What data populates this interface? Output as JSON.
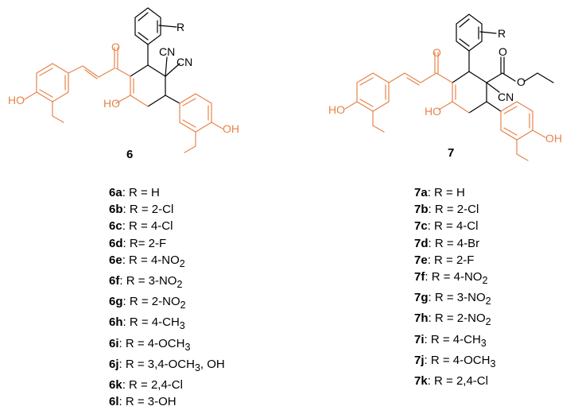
{
  "colors": {
    "orange": "#E8834A",
    "black": "#000000"
  },
  "structure_6": {
    "number": "6",
    "atoms": {
      "O_ketone": "O",
      "R": "R",
      "CN1": "CN",
      "CN2": "CN",
      "HO_left": "HO",
      "HO_ring": "HO",
      "OH_right": "OH"
    }
  },
  "structure_7": {
    "number": "7",
    "atoms": {
      "O_ketone": "O",
      "R": "R",
      "O_ester1": "O",
      "O_ester2": "O",
      "CN": "CN",
      "HO_left": "HO",
      "HO_ring": "HO",
      "OH_right": "OH"
    }
  },
  "list_6": [
    {
      "id": "6a",
      "sep": ": ",
      "text": "R = H"
    },
    {
      "id": "6b",
      "sep": ": ",
      "text": "R = 2-Cl"
    },
    {
      "id": "6c",
      "sep": ": ",
      "text": "R = 4-Cl"
    },
    {
      "id": "6d",
      "sep": ": ",
      "text": "R= 2-F"
    },
    {
      "id": "6e",
      "sep": ": ",
      "text": "R = 4-NO",
      "sub": "2"
    },
    {
      "id": "6f",
      "sep": ": ",
      "text": "R = 3-NO",
      "sub": "2"
    },
    {
      "id": "6g",
      "sep": ": ",
      "text": "R = 2-NO",
      "sub": "2"
    },
    {
      "id": "6h",
      "sep": ": ",
      "text": "R = 4-CH",
      "sub": "3"
    },
    {
      "id": "6i",
      "sep": ": ",
      "text": "R = 4-OCH",
      "sub": "3"
    },
    {
      "id": "6j",
      "sep": ": ",
      "text": "R = 3,4-OCH",
      "sub": "3",
      "tail": ", OH"
    },
    {
      "id": "6k",
      "sep": ": ",
      "text": "R = 2,4-Cl"
    },
    {
      "id": "6l",
      "sep": ": ",
      "text": "R = 3-OH"
    }
  ],
  "list_7": [
    {
      "id": "7a",
      "sep": ": ",
      "text": "R = H"
    },
    {
      "id": "7b",
      "sep": ": ",
      "text": "R = 2-Cl"
    },
    {
      "id": "7c",
      "sep": ": ",
      "text": "R = 4-Cl"
    },
    {
      "id": "7d",
      "sep": ": ",
      "text": "R = 4-Br"
    },
    {
      "id": "7e",
      "sep": ": ",
      "text": "R = 2-F"
    },
    {
      "id": "7f",
      "sep": ": ",
      "text": "R = 4-NO",
      "sub": "2"
    },
    {
      "id": "7g",
      "sep": ": ",
      "text": "R = 3-NO",
      "sub": "2"
    },
    {
      "id": "7h",
      "sep": ": ",
      "text": "R = 2-NO",
      "sub": "2"
    },
    {
      "id": "7i",
      "sep": ": ",
      "text": "R = 4-CH",
      "sub": "3"
    },
    {
      "id": "7j",
      "sep": ": ",
      "text": "R = 4-OCH",
      "sub": "3"
    },
    {
      "id": "7k",
      "sep": ": ",
      "text": "R = 2,4-Cl"
    }
  ]
}
